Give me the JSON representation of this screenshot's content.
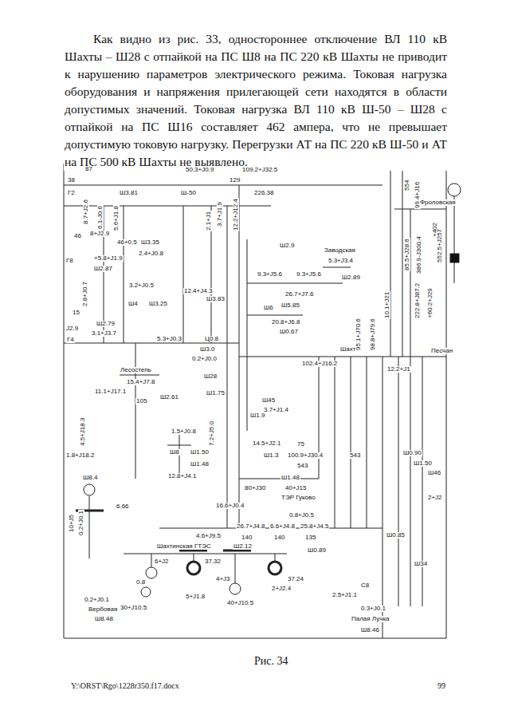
{
  "diagram": {
    "caption": "Рис. 34",
    "labels": [
      "Как видно из рис. 33, одностороннее отключение ВЛ 110 кВ Шахты – Ш28 с отпайкой на ПС Ш8 на ПС 220 кВ Шахты не приводит к нарушению параметров электрического режима. Токовая нагрузка оборудования и напряжения прилегающей сети находятся в области допустимых значений. Токовая нагрузка ВЛ 110 кВ Ш-50 – Ш28 с отпайкой на ПС Ш16 составляет 462 ампера, что не превышает допустимую токовую нагрузку. Перегрузки АТ на ПС 220 кВ Ш-50 и АТ на ПС 500 кВ Шахты не выявлено.",
      "87",
      "38",
      "50.3+J0.9",
      "109.2+J32.5",
      "129",
      "Г2",
      "Ш3.81",
      "Ш-50",
      "226.38",
      "554",
      "99.4+J16",
      "Фроловская",
      "+402",
      "552.5+J257",
      "8.7+J2.6",
      "6.1-J0.6",
      "5.6+J1.8",
      "2.1+J1",
      "3.7+J1.9",
      "12.2+J12.4",
      "46",
      "8+J2.9",
      "46+0.5",
      "Ш3.35",
      "Г8",
      "+5.8+J1.9",
      "Ш2.87",
      "2.4+J0.8",
      "Ш2.9",
      "Заводская",
      "5.3+J3.4",
      "Ш2.89",
      "9.3+J5.6",
      "9.3+J5.6",
      "26.7+J7.6",
      "Ш6",
      "Ш5.85",
      "3.2+J0.5",
      "Ш4",
      "Ш3.25",
      "12.4+J4.3",
      "Ш3.83",
      "2.8+J0.7",
      "15",
      "20.8+J6.8",
      "Ш0.67",
      "J2.9",
      "Ш2.79",
      "3.1+J3.7",
      "Г4",
      "5.3+J0.3",
      "Ц0.8",
      "Ш3.0",
      "0.2+J0.0",
      "Шахты",
      "102.4+J16.2",
      "Песчан",
      "Лесостепь",
      "15.4+J7.8",
      "Ш28",
      "Ш1.75",
      "11.1+J17.1",
      "105",
      "Ш2.61",
      "Ш45",
      "3.7+J1.4",
      "Ш1.9",
      "1.5+J0.8",
      "Ш8",
      "Ш1.50",
      "Ш1.48",
      "12.8+J4.1",
      "1.8+J18.2",
      "Ш8.4",
      "14.5+J2.1",
      "75",
      "Ш1.3",
      "100.9+J30.4",
      "543",
      "543",
      "Ш1.48",
      "80+J30",
      "40+J15",
      "ТЭР Гуково",
      "0.8+J0.5",
      "16.6+J0.4",
      "6.66",
      "10+J5",
      "0.2+J0.1",
      "4.6+J9.5",
      "Шахтинская ГТЭС",
      "Ш2.12",
      "26.7+J4.8",
      "6.6+J4.8",
      "25.8+J4.5",
      "140",
      "140",
      "135",
      "Ш0.89",
      "6+J2",
      "0.8",
      "37.32",
      "4+J3",
      "5+J1.8",
      "40+J10.5",
      "37.24",
      "2+J2.4",
      "30+J10.5",
      "0.2+J0.1",
      "Вербовая",
      "Ш8.48",
      "2.5+J1.1",
      "С8",
      "0.3+J0.1",
      "Палая Лучка",
      "Ш8.46",
      "Ш0.85",
      "Ш34",
      "Ш46",
      "Ш0.90",
      "Ш1.50",
      "2+J2",
      "95.1+J70.6",
      "98.8+J79.6",
      "10.1+J21",
      "222.8+J87.2",
      "+60.2+J29",
      "85.5+J28.6",
      "386.9-J300.4",
      "7.2+J5.0",
      "12.2+J1",
      "4.5+J18.3",
      "Y:\\ORST\\Rgo\\1228r350.f17.docx",
      "99"
    ]
  }
}
